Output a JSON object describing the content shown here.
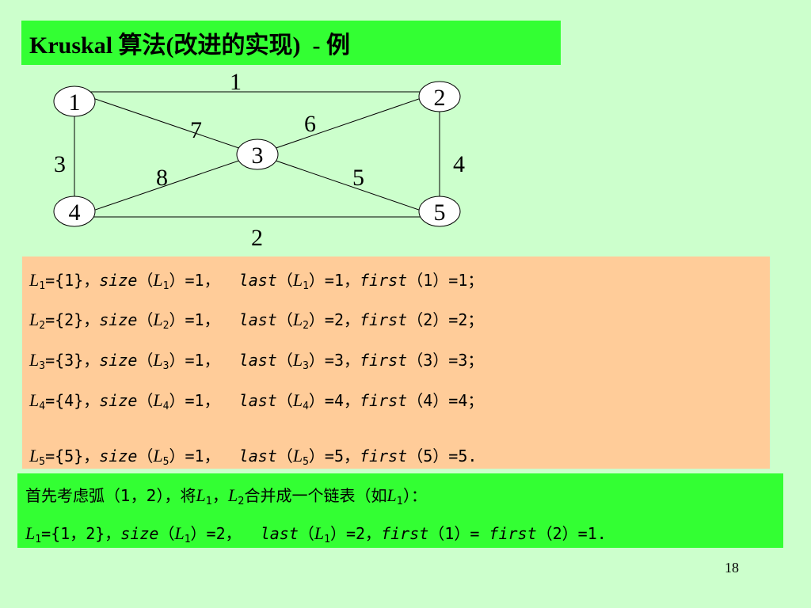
{
  "slide": {
    "title": "Kruskal 算法(改进的实现)  - 例",
    "page_number": "18"
  },
  "graph": {
    "nodes": [
      "1",
      "2",
      "3",
      "4",
      "5"
    ],
    "edges": [
      {
        "from": "1",
        "to": "2",
        "weight": "1"
      },
      {
        "from": "4",
        "to": "5",
        "weight": "2"
      },
      {
        "from": "1",
        "to": "4",
        "weight": "3"
      },
      {
        "from": "2",
        "to": "5",
        "weight": "4"
      },
      {
        "from": "3",
        "to": "5",
        "weight": "5"
      },
      {
        "from": "2",
        "to": "3",
        "weight": "6"
      },
      {
        "from": "1",
        "to": "3",
        "weight": "7"
      },
      {
        "from": "4",
        "to": "3",
        "weight": "8"
      }
    ]
  },
  "lists": [
    {
      "L": "L",
      "i": "1",
      "set": "={1}，",
      "size_lbl": "size",
      "size_val": "）=1，  ",
      "last_lbl": "last",
      "last_val": "）=1，",
      "first_lbl": "first",
      "first_arg": "（1）=1；"
    },
    {
      "L": "L",
      "i": "2",
      "set": "={2}，",
      "size_lbl": "size",
      "size_val": "）=1，  ",
      "last_lbl": "last",
      "last_val": "）=2，",
      "first_lbl": "first",
      "first_arg": "（2）=2；"
    },
    {
      "L": "L",
      "i": "3",
      "set": "={3}，",
      "size_lbl": "size",
      "size_val": "）=1，  ",
      "last_lbl": "last",
      "last_val": "）=3，",
      "first_lbl": "first",
      "first_arg": "（3）=3；"
    },
    {
      "L": "L",
      "i": "4",
      "set": "={4}，",
      "size_lbl": "size",
      "size_val": "）=1，  ",
      "last_lbl": "last",
      "last_val": "）=4，",
      "first_lbl": "first",
      "first_arg": "（4）=4；"
    },
    {
      "L": "L",
      "i": "5",
      "set": "={5}，",
      "size_lbl": "size",
      "size_val": "）=1，  ",
      "last_lbl": "last",
      "last_val": "）=5，",
      "first_lbl": "first",
      "first_arg": "（5）=5."
    }
  ],
  "merge": {
    "line1_a": "首先考虑弧（1，2），将",
    "line1_L1": "L",
    "line1_s1": "1",
    "line1_sep": "，",
    "line1_L2": "L",
    "line1_s2": "2",
    "line1_b": "合并成一个链表（如",
    "line1_L3": "L",
    "line1_s3": "1",
    "line1_c": "）：",
    "line2_L": "L",
    "line2_s": "1",
    "line2_set": "={1，2}，",
    "line2_size": "size",
    "line2_size_val": "）=2，  ",
    "line2_last": "last",
    "line2_last_val": "）=2，",
    "line2_first1": "first",
    "line2_first1_arg": "（1）= ",
    "line2_first2": "first",
    "line2_first2_arg": "（2）=1."
  },
  "paren_open": "（"
}
